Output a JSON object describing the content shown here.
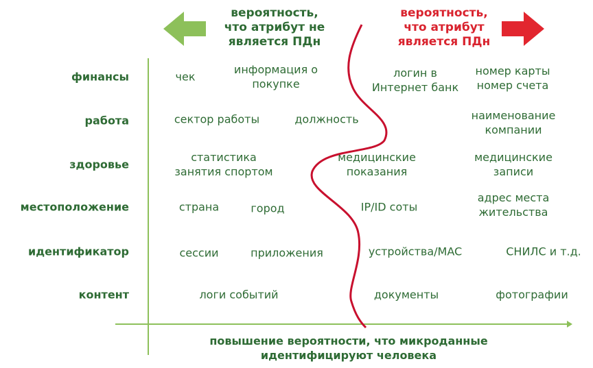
{
  "header": {
    "left_label": [
      "вероятность,",
      "что атрибут не",
      "является ПДн"
    ],
    "right_label": [
      "вероятность,",
      "что атрибут",
      "является ПДн"
    ]
  },
  "colors": {
    "dark_green": "#2e6b34",
    "light_green": "#8dc05a",
    "red": "#e2262f",
    "curve": "#c8102e"
  },
  "rows": [
    {
      "label": "финансы",
      "cells": [
        "чек",
        "информация о\nпокупке",
        "логин в\nИнтернет банк",
        "номер карты\nномер счета"
      ]
    },
    {
      "label": "работа",
      "cells": [
        "сектор работы",
        "должность",
        "наименование\nкомпании"
      ]
    },
    {
      "label": "здоровье",
      "cells": [
        "статистика\nзанятия спортом",
        "медицинские\nпоказания",
        "медицинские\nзаписи"
      ]
    },
    {
      "label": "местоположение",
      "cells": [
        "страна",
        "город",
        "IP/ID соты",
        "адрес места\nжительства"
      ]
    },
    {
      "label": "идентификатор",
      "cells": [
        "сессии",
        "приложения",
        "устройства/MAC",
        "СНИЛС и т.д."
      ]
    },
    {
      "label": "контент",
      "cells": [
        "логи событий",
        "документы",
        "фотографии"
      ]
    }
  ],
  "x_axis_label": [
    "повышение вероятности, что микроданные",
    "идентифицируют  человека"
  ]
}
